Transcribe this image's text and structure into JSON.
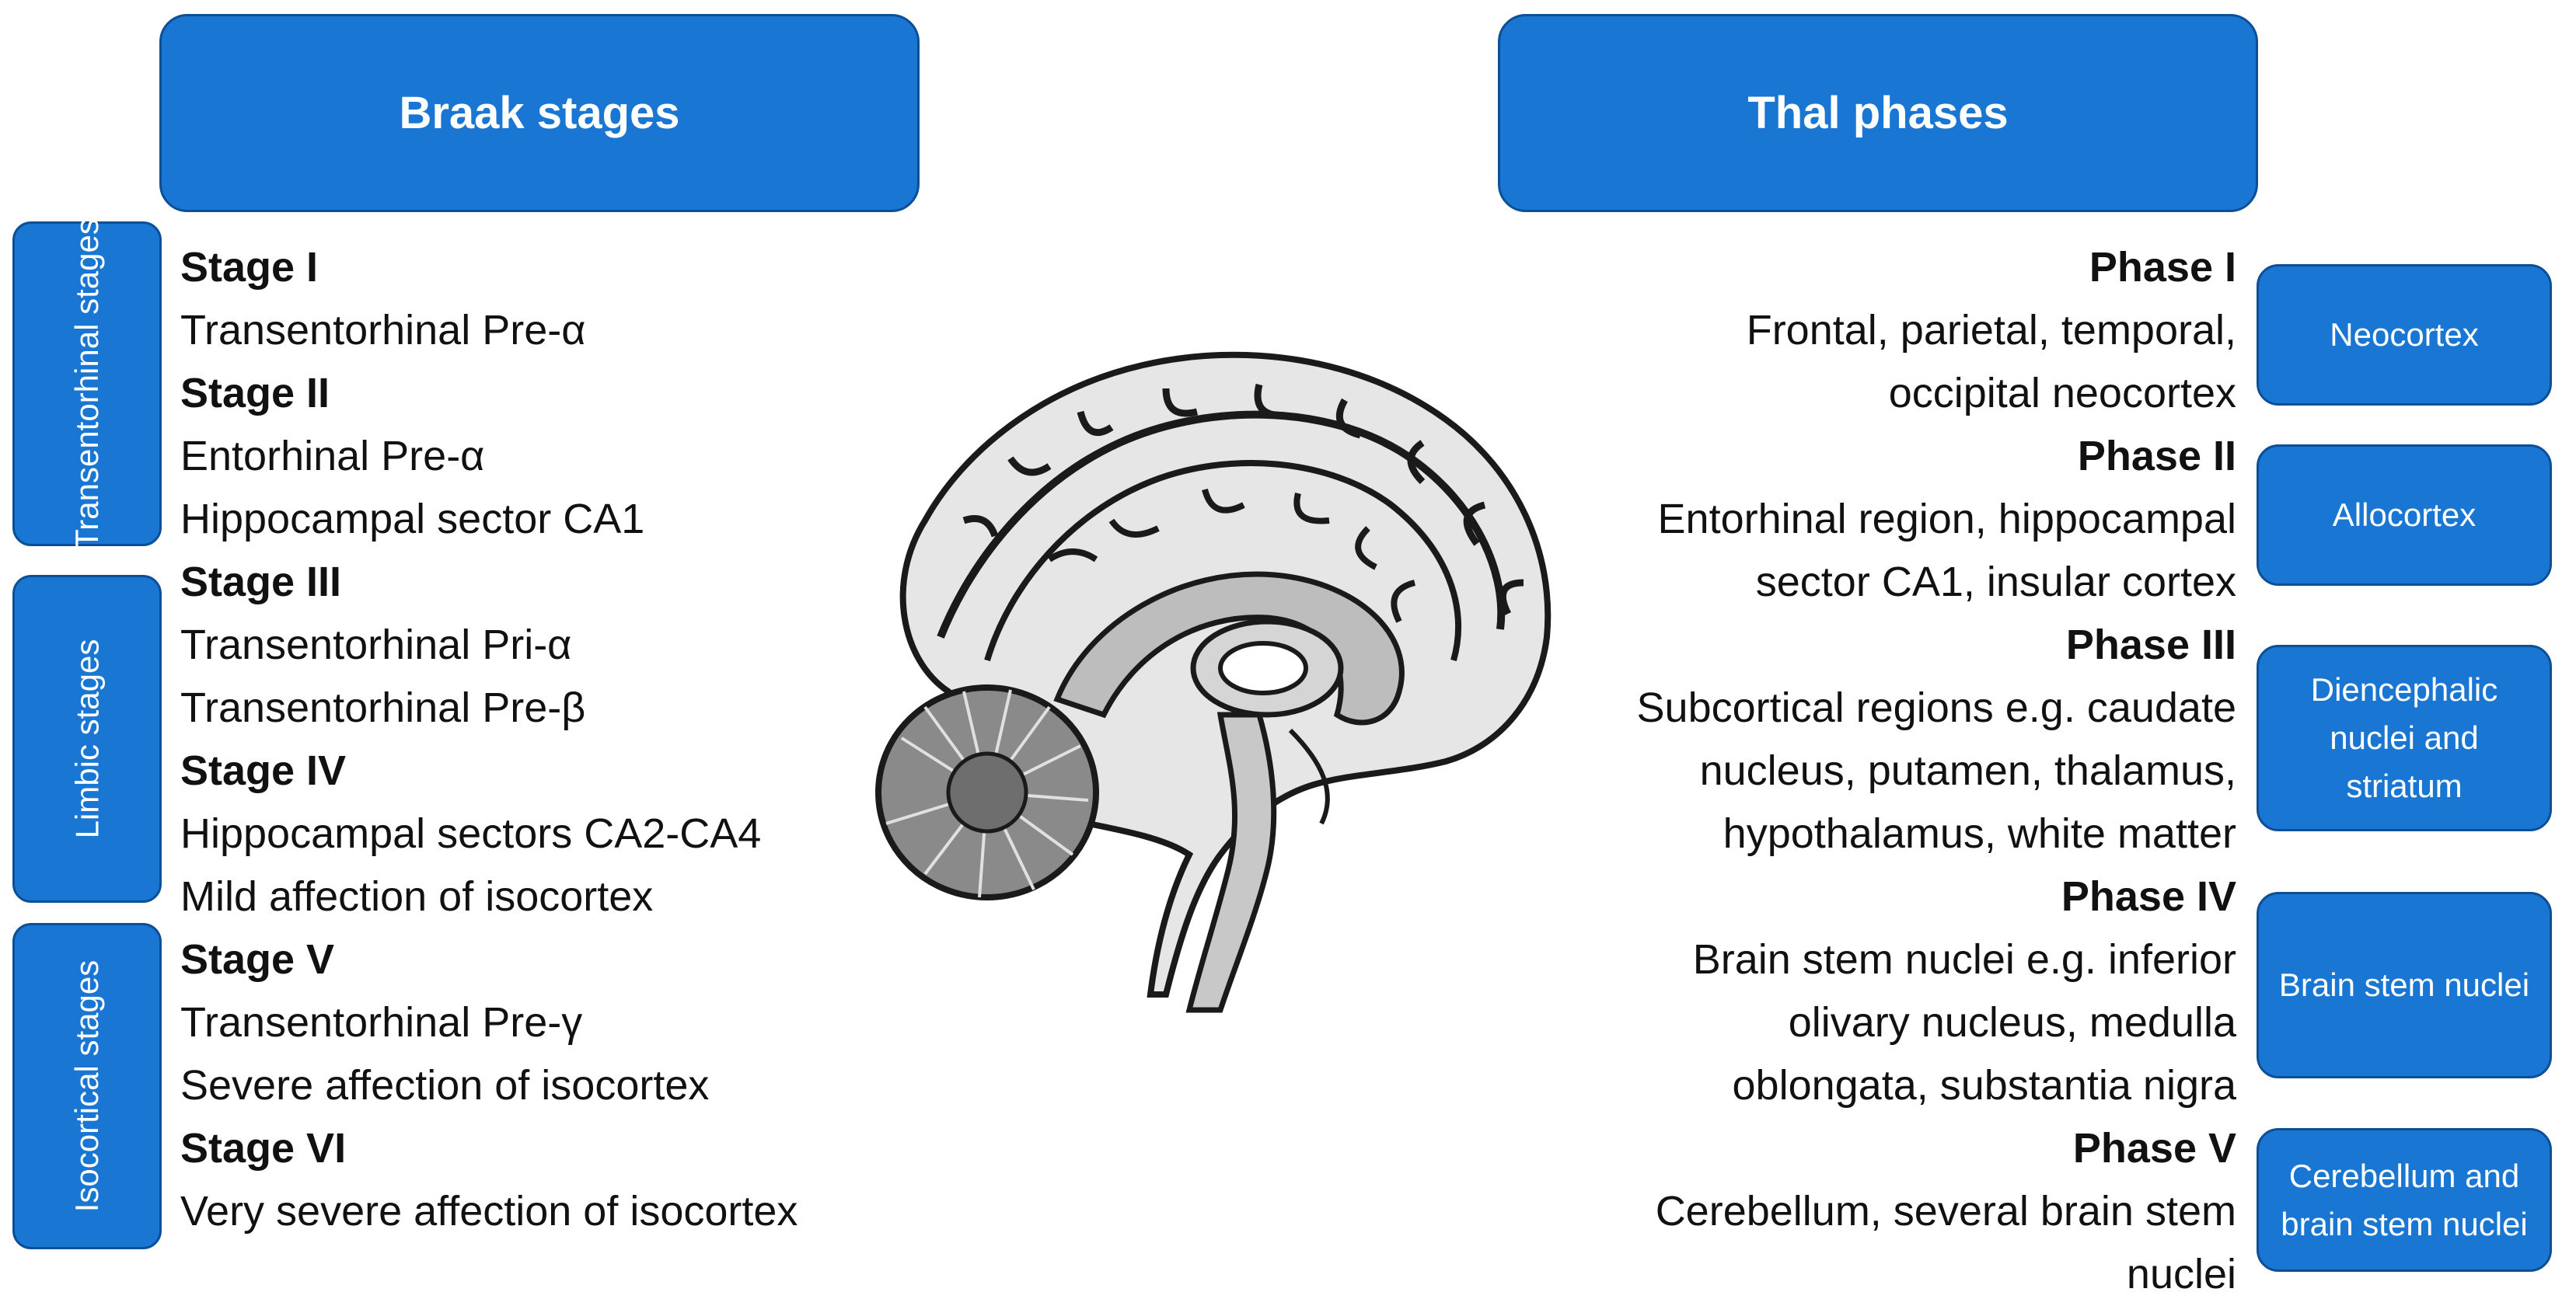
{
  "braak": {
    "title": "Braak stages",
    "groups": [
      "Transentorhinal stages",
      "Limbic stages",
      "Isocortical stages"
    ],
    "lines": [
      {
        "text": "Stage I",
        "bold": true
      },
      {
        "text": "Transentorhinal Pre-α",
        "bold": false
      },
      {
        "text": "Stage II",
        "bold": true
      },
      {
        "text": "Entorhinal Pre-α",
        "bold": false
      },
      {
        "text": "Hippocampal sector CA1",
        "bold": false
      },
      {
        "text": "Stage III",
        "bold": true
      },
      {
        "text": "Transentorhinal Pri-α",
        "bold": false
      },
      {
        "text": "Transentorhinal Pre-β",
        "bold": false
      },
      {
        "text": "Stage IV",
        "bold": true
      },
      {
        "text": "Hippocampal sectors CA2-CA4",
        "bold": false
      },
      {
        "text": "Mild affection of isocortex",
        "bold": false
      },
      {
        "text": "Stage V",
        "bold": true
      },
      {
        "text": "Transentorhinal Pre-γ",
        "bold": false
      },
      {
        "text": "Severe affection of isocortex",
        "bold": false
      },
      {
        "text": "Stage VI",
        "bold": true
      },
      {
        "text": "Very severe affection of isocortex",
        "bold": false
      }
    ]
  },
  "thal": {
    "title": "Thal phases",
    "regions": [
      "Neocortex",
      "Allocortex",
      "Diencephalic nuclei and striatum",
      "Brain stem nuclei",
      "Cerebellum and brain stem nuclei"
    ],
    "lines": [
      {
        "text": "Phase I",
        "bold": true
      },
      {
        "text": "Frontal, parietal, temporal,",
        "bold": false
      },
      {
        "text": "occipital neocortex",
        "bold": false
      },
      {
        "text": "Phase II",
        "bold": true
      },
      {
        "text": "Entorhinal region, hippocampal",
        "bold": false
      },
      {
        "text": "sector CA1, insular cortex",
        "bold": false
      },
      {
        "text": "Phase III",
        "bold": true
      },
      {
        "text": "Subcortical regions e.g. caudate",
        "bold": false
      },
      {
        "text": "nucleus, putamen, thalamus,",
        "bold": false
      },
      {
        "text": "hypothalamus, white matter",
        "bold": false
      },
      {
        "text": "Phase IV",
        "bold": true
      },
      {
        "text": "Brain stem nuclei e.g. inferior",
        "bold": false
      },
      {
        "text": "olivary nucleus, medulla",
        "bold": false
      },
      {
        "text": "oblongata, substantia nigra",
        "bold": false
      },
      {
        "text": "Phase V",
        "bold": true
      },
      {
        "text": "Cerebellum, several brain stem",
        "bold": false
      },
      {
        "text": "nuclei",
        "bold": false
      }
    ]
  },
  "colors": {
    "box_fill": "#1976d2",
    "box_border": "#0d4f96",
    "box_text": "#ffffff",
    "body_text": "#111111"
  },
  "illustration": "brain-sagittal-section"
}
